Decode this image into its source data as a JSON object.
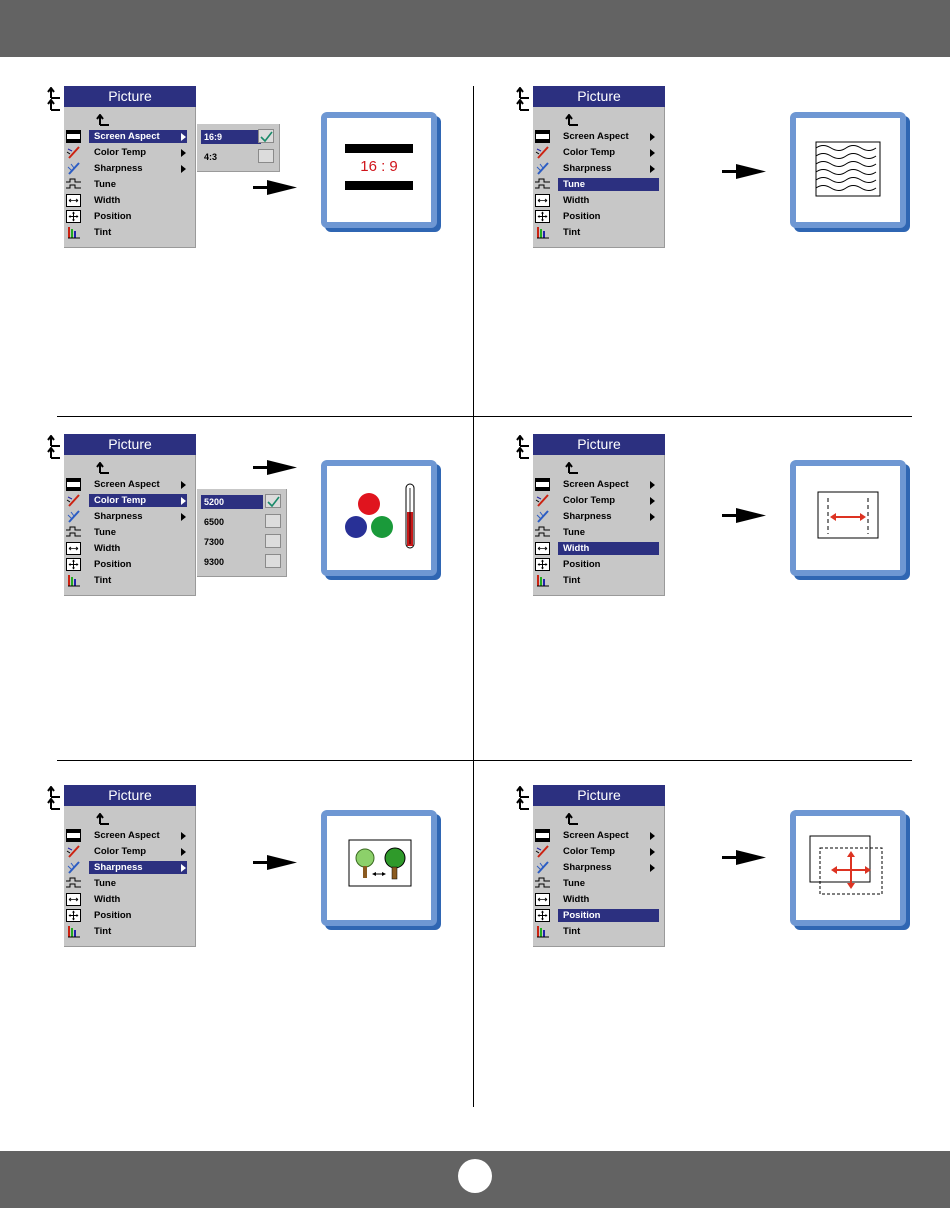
{
  "menu": {
    "title": "Picture",
    "items": [
      "Screen Aspect",
      "Color Temp",
      "Sharpness",
      "Tune",
      "Width",
      "Position",
      "Tint"
    ]
  },
  "aspect_submenu": {
    "options": [
      "16:9",
      "4:3"
    ],
    "selected": "16:9"
  },
  "colortemp_submenu": {
    "options": [
      "5200",
      "6500",
      "7300",
      "9300"
    ],
    "selected": "5200"
  },
  "aspect_illustration_text": "16 : 9",
  "icons": {
    "back": "back-arrow-icon",
    "screen_aspect": "screen-aspect-icon",
    "color_temp": "color-temp-icon",
    "sharpness": "sharpness-icon",
    "tune": "tune-icon",
    "width": "width-icon",
    "position": "position-icon",
    "tint": "tint-icon"
  },
  "colors": {
    "header_bar": "#636363",
    "menu_bg": "#c7c7c7",
    "highlight": "#2c3080",
    "frame_blue": "#2f66b3",
    "frame_light": "#6e97d3"
  }
}
